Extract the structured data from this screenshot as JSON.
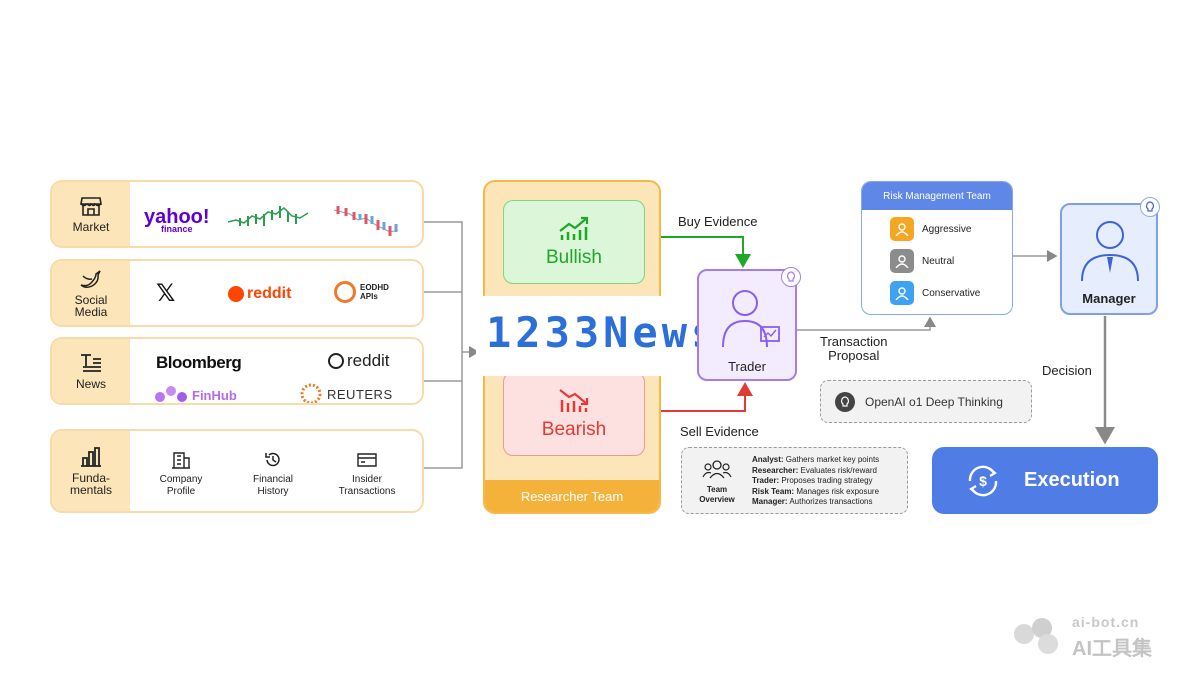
{
  "sources": [
    {
      "category": "Market",
      "icon": "store-icon"
    },
    {
      "category": "Social\nMedia",
      "icon": "bird-icon",
      "logos": {
        "x": "𝕏",
        "reddit": "reddit",
        "eodhd": "EODHD\nAPIs"
      }
    },
    {
      "category": "News",
      "icon": "newspaper-icon",
      "logos": {
        "bloomberg": "Bloomberg",
        "reddit": "reddit",
        "finhub": "FinHub",
        "reuters": "REUTERS"
      }
    },
    {
      "category": "Funda-\nmentals",
      "icon": "bar-chart-icon",
      "items": [
        "Company\nProfile",
        "Financial\nHistory",
        "Insider\nTransactions"
      ]
    }
  ],
  "market_logos": {
    "yahoo": "yahoo!",
    "yahoo_sub": "finance"
  },
  "researcher": {
    "bullish": "Bullish",
    "bearish": "Bearish",
    "team_label": "Researcher Team"
  },
  "watermark": "1233News",
  "evidence": {
    "buy": "Buy Evidence",
    "sell": "Sell Evidence"
  },
  "trader": {
    "label": "Trader"
  },
  "proposal": "Transaction\nProposal",
  "deep_thinking": "OpenAI o1 Deep Thinking",
  "team_overview": {
    "label": "Team\nOverview",
    "rows": [
      {
        "role": "Analyst:",
        "desc": "Gathers market key points"
      },
      {
        "role": "Researcher:",
        "desc": "Evaluates risk/reward"
      },
      {
        "role": "Trader:",
        "desc": "Proposes trading strategy"
      },
      {
        "role": "Risk Team:",
        "desc": "Manages risk exposure"
      },
      {
        "role": "Manager:",
        "desc": "Authorizes transactions"
      }
    ]
  },
  "risk": {
    "title": "Risk Management Team",
    "members": [
      {
        "label": "Aggressive",
        "color": "#f5a623"
      },
      {
        "label": "Neutral",
        "color": "#8c8c8c"
      },
      {
        "label": "Conservative",
        "color": "#3ea2f0"
      }
    ]
  },
  "manager": {
    "label": "Manager"
  },
  "decision": "Decision",
  "execution": "Execution",
  "site_watermark": {
    "url": "ai-bot.cn",
    "name": "AI工具集"
  },
  "colors": {
    "bull": "#1ea826",
    "bear": "#e23b35",
    "accent": "#4f7de5",
    "researcher": "#f5b23a"
  }
}
